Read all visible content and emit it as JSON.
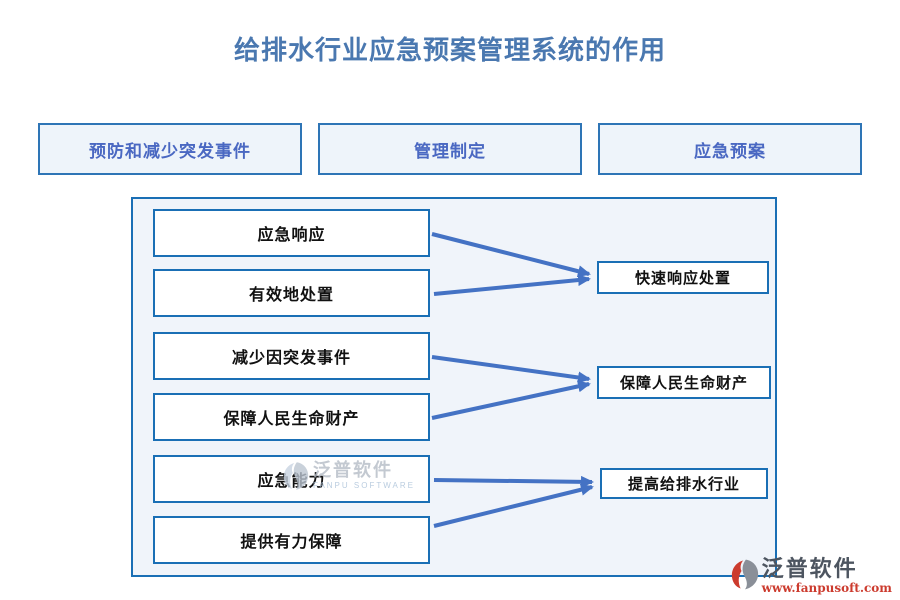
{
  "title": "给排水行业应急预案管理系统的作用",
  "top_boxes": [
    {
      "label": "预防和减少突发事件"
    },
    {
      "label": "管理制定"
    },
    {
      "label": "应急预案"
    }
  ],
  "flow": {
    "left_boxes": [
      "应急响应",
      "有效地处置",
      "减少因突发事件",
      "保障人民生命财产",
      "应急能力",
      "提供有力保障"
    ],
    "right_boxes": [
      "快速响应处置",
      "保障人民生命财产",
      "提高给排水行业"
    ]
  },
  "watermark": {
    "name": "泛普软件",
    "subtitle": "FANPU SOFTWARE"
  },
  "footer_logo": {
    "name": "泛普软件",
    "url": "www.fanpusoft.com"
  },
  "colors": {
    "title_blue": "#4a78b0",
    "panel_border_blue": "#1a6fb5",
    "top_box_border_blue": "#2e75b6",
    "top_box_text_blue": "#4a68c2",
    "panel_background": "#f0f4fa",
    "arrow_blue": "#4472c4",
    "logo_red": "#cc3b2e",
    "logo_gray": "#4d5560"
  }
}
